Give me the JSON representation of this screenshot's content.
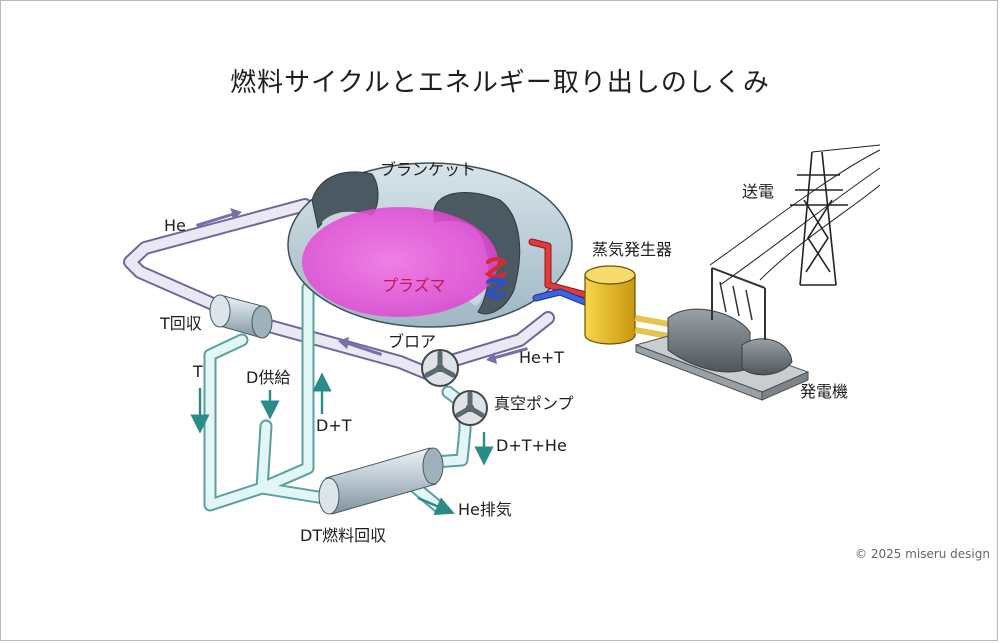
{
  "title": "燃料サイクルとエネルギー取り出しのしくみ",
  "labels": {
    "blanket": "ブランケット",
    "plasma": "プラズマ",
    "steam_generator": "蒸気発生器",
    "power_transmission": "送電",
    "generator": "発電機",
    "he": "He",
    "t_recovery": "T回収",
    "t": "T",
    "d_supply": "D供給",
    "d_plus_t": "D+T",
    "blower": "ブロア",
    "he_plus_t": "He+T",
    "vacuum_pump": "真空ポンプ",
    "d_t_he": "D+T+He",
    "he_exhaust": "He排気",
    "dt_fuel_recovery": "DT燃料回収"
  },
  "copyright": "© 2025 miseru design",
  "colors": {
    "he_pipe": "#e7e4f1",
    "fuel_pipe": "#dff4f3",
    "plasma": "#e64bd8",
    "blanket": "#b9cdd8",
    "arrow_purple": "#7a6fa6",
    "arrow_teal": "#2a8c86",
    "steam_gen": "#e8b91d",
    "hot_pipe": "#d62b2b",
    "cold_pipe": "#2a4fcf"
  }
}
